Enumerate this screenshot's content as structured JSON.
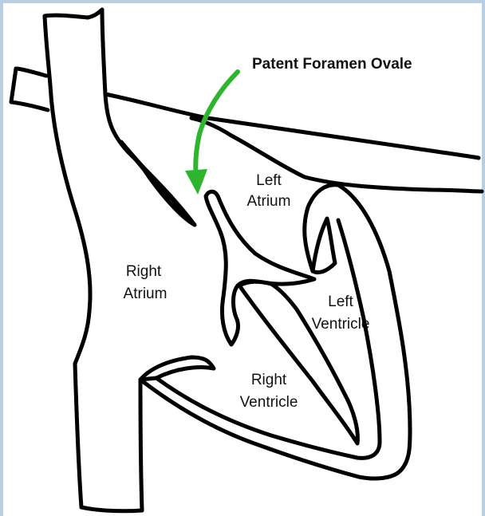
{
  "annotation": {
    "text": "Patent Foramen Ovale",
    "arrow_color": "#2db52d"
  },
  "labels": {
    "left_atrium": [
      "Left",
      "Atrium"
    ],
    "right_atrium": [
      "Right",
      "Atrium"
    ],
    "left_ventricle": [
      "Left",
      "Ventricle"
    ],
    "right_ventricle": [
      "Right",
      "Ventricle"
    ]
  },
  "colors": {
    "outline": "#000000",
    "background": "#ffffff",
    "frame_tint": "#b9cde3"
  }
}
